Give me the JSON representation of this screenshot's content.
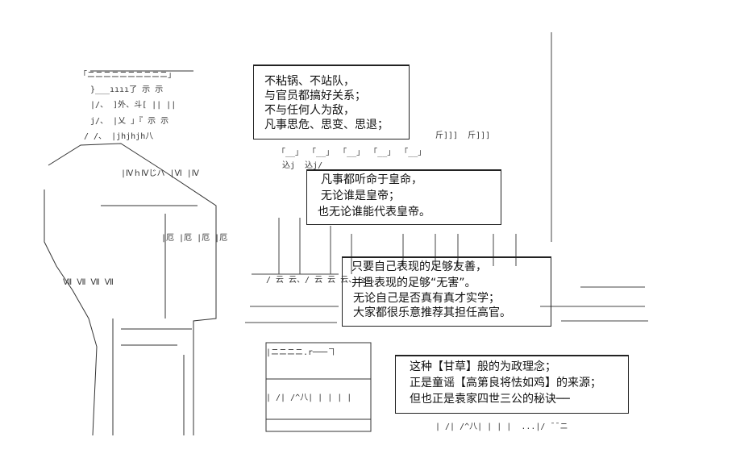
{
  "speech_top": {
    "lines": [
      "不粘锅、不站队，",
      "与官员都搞好关系；",
      "不与任何人为敌，",
      "凡事思危、思变、思退；"
    ]
  },
  "speech_mid": {
    "lines": [
      "凡事都听命于皇命，",
      "无论谁是皇帝；",
      "也无论谁能代表皇帝。"
    ]
  },
  "speech_lower": {
    "lines": [
      "只要自己表现的足够友善，",
      "并且表现的足够“无害”。",
      "无论自己是否真有真才实学；",
      "大家都很乐意推荐其担任高官。"
    ]
  },
  "speech_bottom": {
    "lines": [
      "这种【甘草】般的为政理念；",
      "正是童谣【高第良将怯如鸡】的来源；",
      "但也正是袁家四世三公的秘诀──"
    ]
  },
  "art": {
    "left_header": "「ニニニニニニニニニニ」",
    "left_r1": "}___ıııı了 示 示",
    "left_r2": "|/、 ]外、斗[ || ||",
    "left_r3": "j/、 |乂 」『 示 示",
    "left_r4": "/ /、 |jhjhjh八",
    "left_r5": "|ⅣｈⅣじハ |Ⅵ |Ⅳ",
    "left_r6": "|厄 |厄 |厄 |厄",
    "left_r7": "Ⅶ Ⅶ Ⅶ Ⅶ",
    "mid_r1": "斤]]]  斤]]]",
    "mid_r2": "「__」 「__」 「__」 「__」 「__」",
    "mid_r3": "込j  込j/",
    "mid_r4": "/ 云 云、/ 云 云 云、 ≧s。",
    "right_marks": "| | | | |",
    "bot_left": "|ニニニニ.r───ヿ",
    "bot_mid": "| /| /^八| | | | |",
    "bot_right": "| /| /^八| | | |  ...|/ ̄ ̄ ニ"
  }
}
